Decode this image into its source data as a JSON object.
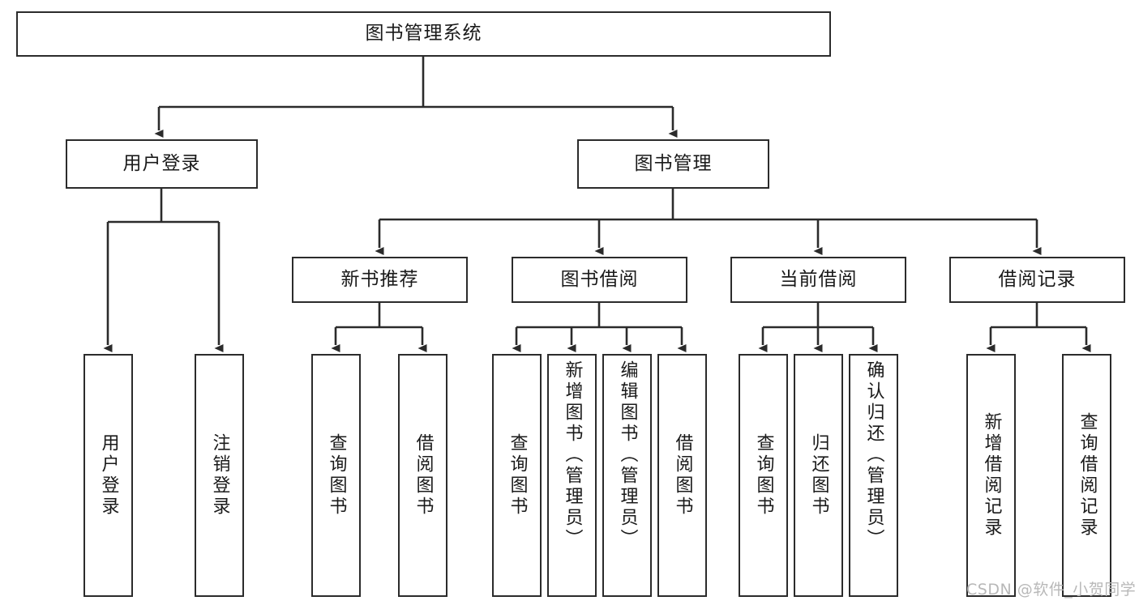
{
  "diagram": {
    "type": "tree-hierarchy-chart",
    "title": "图书管理系统",
    "stroke_color": "#2b2b2b",
    "background_color": "#ffffff",
    "text_color": "#1a1a1a",
    "nodes": {
      "root": {
        "label": "图书管理系统"
      },
      "level2": [
        {
          "id": "user-login",
          "label": "用户登录"
        },
        {
          "id": "book-management",
          "label": "图书管理"
        }
      ],
      "level3": [
        {
          "id": "new-book-recommend",
          "label": "新书推荐"
        },
        {
          "id": "book-borrow",
          "label": "图书借阅"
        },
        {
          "id": "current-borrow",
          "label": "当前借阅"
        },
        {
          "id": "borrow-record",
          "label": "借阅记录"
        }
      ],
      "leaves": {
        "user_login": [
          {
            "id": "leaf-user-login",
            "label": "用户登录"
          },
          {
            "id": "leaf-logout",
            "label": "注销登录"
          }
        ],
        "new_book_recommend": [
          {
            "id": "leaf-query-book-1",
            "label": "查询图书"
          },
          {
            "id": "leaf-borrow-book-1",
            "label": "借阅图书"
          }
        ],
        "book_borrow": [
          {
            "id": "leaf-query-book-2",
            "label": "查询图书"
          },
          {
            "id": "leaf-add-book",
            "label": "新增图书（管理员）"
          },
          {
            "id": "leaf-edit-book",
            "label": "编辑图书（管理员）"
          },
          {
            "id": "leaf-borrow-book-2",
            "label": "借阅图书"
          }
        ],
        "current_borrow": [
          {
            "id": "leaf-query-book-3",
            "label": "查询图书"
          },
          {
            "id": "leaf-return-book",
            "label": "归还图书"
          },
          {
            "id": "leaf-confirm-return",
            "label": "确认归还（管理员）"
          }
        ],
        "borrow_record": [
          {
            "id": "leaf-add-record",
            "label": "新增借阅记录"
          },
          {
            "id": "leaf-query-record",
            "label": "查询借阅记录"
          }
        ]
      }
    }
  },
  "watermark": {
    "text": "CSDN @软件_小贺同学"
  }
}
